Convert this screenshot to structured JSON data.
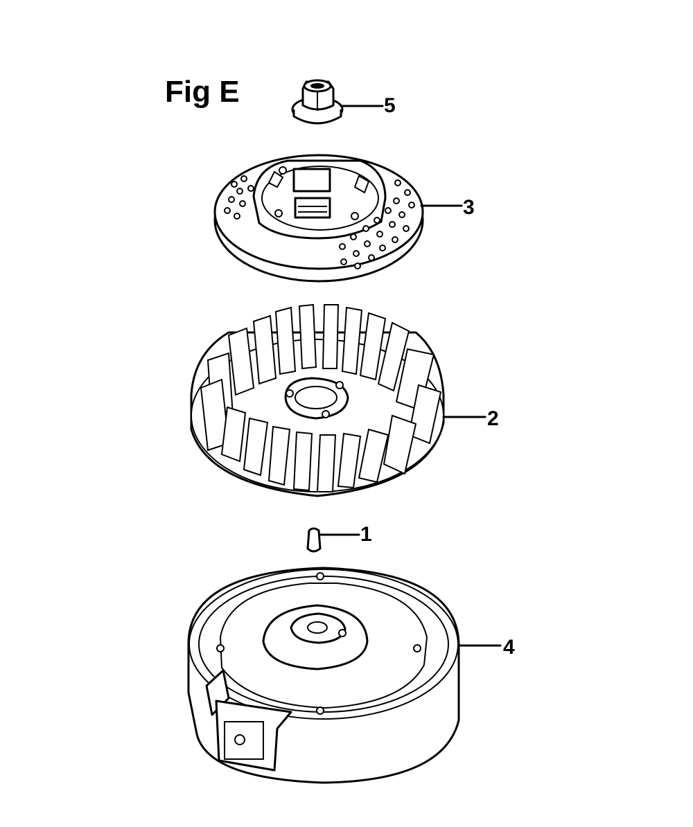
{
  "figure": {
    "title": "Fig E",
    "callouts": [
      {
        "id": "5",
        "label": "5"
      },
      {
        "id": "3",
        "label": "3"
      },
      {
        "id": "2",
        "label": "2"
      },
      {
        "id": "1",
        "label": "1"
      },
      {
        "id": "4",
        "label": "4"
      }
    ],
    "line_color": "#000000",
    "background": "#ffffff"
  }
}
